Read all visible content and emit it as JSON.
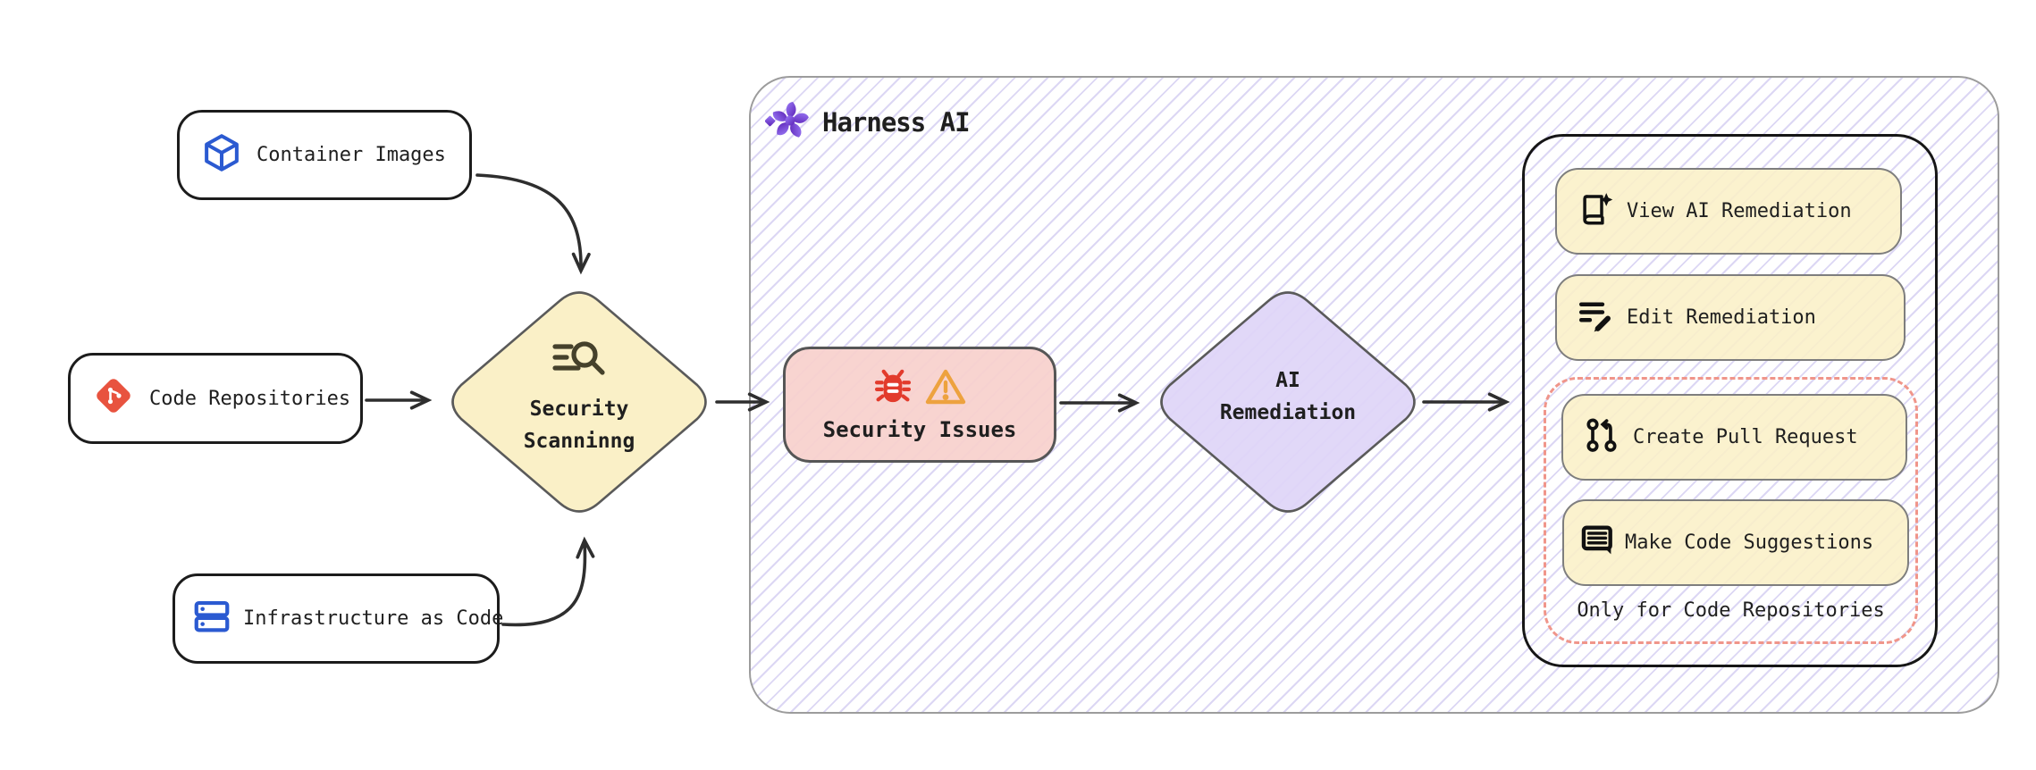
{
  "diagram": {
    "sources": [
      {
        "label": "Container Images",
        "icon": "container-cube-icon"
      },
      {
        "label": "Code Repositories",
        "icon": "git-icon"
      },
      {
        "label": "Infrastructure as Code",
        "icon": "servers-icon"
      }
    ],
    "scan_diamond": {
      "line1": "Security",
      "line2": "Scanninng",
      "icon": "scan-search-icon"
    },
    "harness": {
      "title": "Harness AI",
      "icon": "harness-ai-logo"
    },
    "issues_node": {
      "label": "Security Issues",
      "icons": [
        "bug-icon",
        "warning-icon"
      ]
    },
    "remediation_diamond": {
      "line1": "AI",
      "line2": "Remediation"
    },
    "actions": [
      {
        "label": "View AI Remediation",
        "icon": "book-sparkle-icon"
      },
      {
        "label": "Edit Remediation",
        "icon": "edit-list-icon"
      },
      {
        "label": "Create Pull Request",
        "icon": "pull-request-icon"
      },
      {
        "label": "Make Code Suggestions",
        "icon": "message-lines-icon"
      }
    ],
    "repo_only_note": "Only for Code Repositories",
    "colors": {
      "node_yellow": "#faf0c7",
      "node_pink": "#f7d0cc",
      "node_purple": "#ded5f7",
      "hatch_lavender": "#dcd7f4",
      "brand_purple": "#6d28d9",
      "git_orange": "#e8533f",
      "icon_blue": "#2b5ad1",
      "bug_red": "#e23b2c",
      "warning_orange": "#eda23f",
      "dashed_red": "#f0958a",
      "outline_dark": "#1c1c1c",
      "outline_gray": "#9c9c9c"
    }
  }
}
